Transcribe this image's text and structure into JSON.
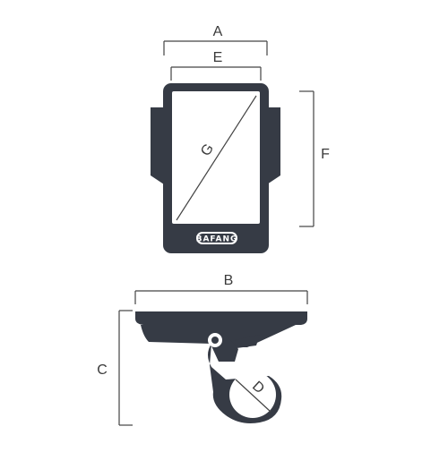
{
  "labels": {
    "a": "A",
    "b": "B",
    "c": "C",
    "d": "D",
    "e": "E",
    "f": "F",
    "g": "G"
  },
  "device": {
    "brand_text": "BAFANG"
  },
  "colors": {
    "device_body": "#363b45",
    "screen": "#ffffff",
    "line": "#444444"
  }
}
